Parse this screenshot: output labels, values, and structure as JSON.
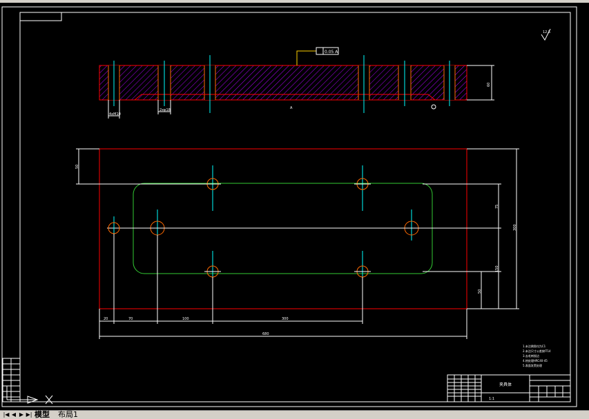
{
  "drawing": {
    "surface_finish_mark": "12.5",
    "tolerance_frame": "0.05 A",
    "datum_label": "A",
    "notes": [
      "1.未注倒角均为C1",
      "2.未注尺寸公差按IT14",
      "3.去毛刺锐边",
      "4.热处理HRC40-45",
      "5.表面发黑处理"
    ],
    "title_block": {
      "part_name": "夹具体",
      "scale": "1:1"
    },
    "colors": {
      "background": "#000000",
      "outline_red": "#ff0000",
      "center_cyan": "#00ffff",
      "hole_orange": "#ff6a00",
      "hatch_magenta": "#b000ff",
      "rounded_slot_green": "#33cc33",
      "dimension_white": "#ffffff",
      "leader_yellow": "#ffd000"
    }
  },
  "dims": {
    "section_height": "60",
    "section_bore1": "4xM10",
    "section_bore2": "2xφ18",
    "plate_depth": "50",
    "h_total": "680",
    "h_seg1": "20",
    "h_seg2": "70",
    "h_seg3": "100",
    "h_seg4": "300",
    "v_total": "300",
    "v_seg1": "75",
    "v_seg2": "150",
    "v_seg3": "50"
  },
  "statusbar": {
    "nav_first": "|◀",
    "nav_prev": "◀",
    "nav_next": "▶",
    "nav_last": "▶|",
    "tab_model": "模型",
    "tab_layout1": "布局1"
  }
}
